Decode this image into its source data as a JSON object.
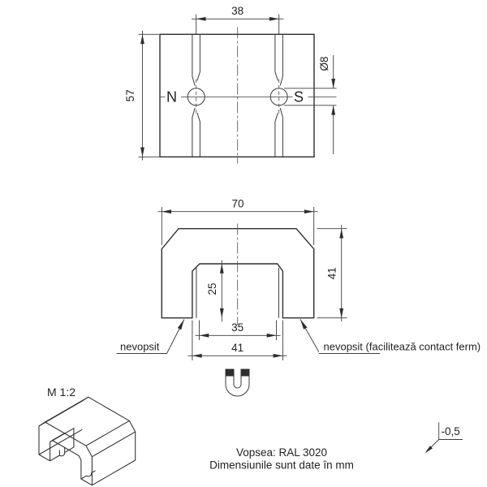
{
  "drawing": {
    "top_view": {
      "pole_left": "N",
      "pole_right": "S",
      "dim_hole_spacing": "38",
      "dim_depth": "57",
      "dim_hole_diameter": "Ø8"
    },
    "front_view": {
      "dim_width": "70",
      "dim_height": "41",
      "dim_slot_depth": "25",
      "dim_slot_width": "35",
      "dim_slot_opening": "41",
      "note_left": "nevopsit",
      "note_right": "nevopsit (facilitează contact ferm)"
    },
    "iso_view": {
      "scale_label": "M 1:2"
    },
    "chamfer_note": "-0,5",
    "footer": {
      "line1": "Vopsea: RAL 3020",
      "line2": "Dimensiunile sunt date în mm"
    }
  }
}
